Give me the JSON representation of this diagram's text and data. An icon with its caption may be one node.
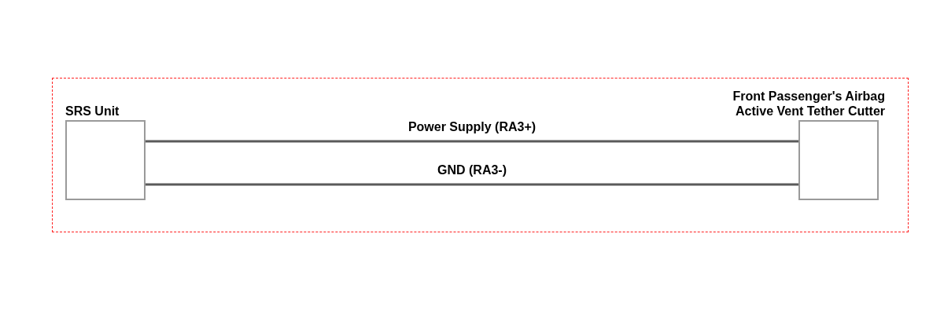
{
  "diagram": {
    "nodes": [
      {
        "text": [],
        "shape": "box"
      },
      {
        "text": [
          "SRS Unit"
        ],
        "in": 0
      },
      {
        "text": [
          "Front Passenger's Airbag Active Vent Tether Cutter"
        ],
        "in": 0
      }
    ],
    "edges": [
      {
        "from": 1,
        "to": 2,
        "arrow": "none",
        "label": "Power Supply (RA3+)"
      },
      {
        "from": 1,
        "to": 2,
        "arrow": "none",
        "label": "GND (RA3-)"
      }
    ]
  }
}
